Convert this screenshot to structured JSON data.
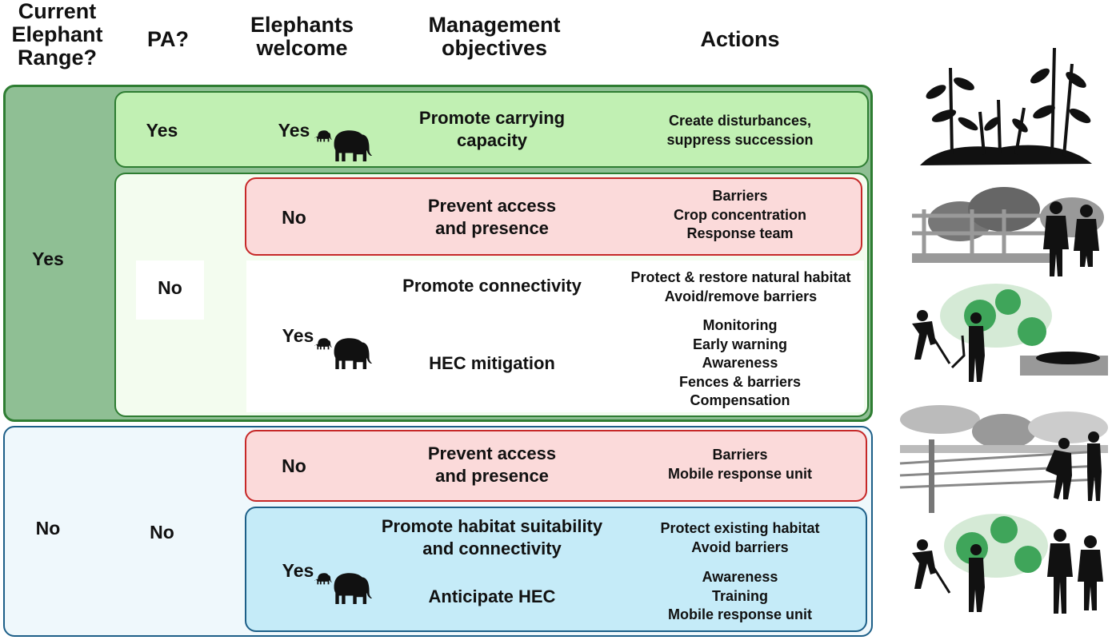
{
  "headers": {
    "range": [
      "Current",
      "Elephant",
      "Range?"
    ],
    "pa": "PA?",
    "welcome": [
      "Elephants",
      "welcome"
    ],
    "objectives": [
      "Management",
      "objectives"
    ],
    "actions": "Actions"
  },
  "colors": {
    "green_dark": "#2e7d32",
    "green_panel": "#8fbf94",
    "green_light": "#c1f0b3",
    "green_pale": "#f3fcef",
    "red_border": "#c62828",
    "red_fill": "#fbdada",
    "blue_border": "#1d5f88",
    "blue_pale": "#eff8fc",
    "blue_fill": "#c5ebf8"
  },
  "range_yes": {
    "label": "Yes",
    "pa_yes": {
      "pa": "Yes",
      "welcome": "Yes",
      "objective": [
        "Promote carrying",
        "capacity"
      ],
      "actions": [
        "Create disturbances,",
        "suppress succession"
      ]
    },
    "pa_no": {
      "pa": "No",
      "not_welcome": {
        "welcome": "No",
        "objective": [
          "Prevent access",
          "and presence"
        ],
        "actions": [
          "Barriers",
          "Crop concentration",
          "Response team"
        ]
      },
      "welcome_yes": {
        "welcome": "Yes",
        "objective_1": "Promote connectivity",
        "actions_1": [
          "Protect & restore natural habitat",
          "Avoid/remove barriers"
        ],
        "objective_2": "HEC mitigation",
        "actions_2": [
          "Monitoring",
          "Early warning",
          "Awareness",
          "Fences & barriers",
          "Compensation"
        ]
      }
    }
  },
  "range_no": {
    "label": "No",
    "pa": "No",
    "not_welcome": {
      "welcome": "No",
      "objective": [
        "Prevent access",
        "and presence"
      ],
      "actions": [
        "Barriers",
        "Mobile response unit"
      ]
    },
    "welcome_yes": {
      "welcome": "Yes",
      "objective_1": [
        "Promote habitat suitability",
        "and connectivity"
      ],
      "actions_1": [
        "Protect existing habitat",
        "Avoid barriers"
      ],
      "objective_2": "Anticipate HEC",
      "actions_2": [
        "Awareness",
        "Training",
        "Mobile response unit"
      ]
    }
  },
  "icons": {
    "elephant": "elephant-mother-calf-icon",
    "vegetation": "dense-vegetation-silhouette",
    "fence_people": "fence-and-team-silhouette",
    "planting": "habitat-restoration-silhouette",
    "wire_fence": "wire-fence-landscape-silhouette",
    "planting_team": "restoration-and-team-silhouette"
  }
}
